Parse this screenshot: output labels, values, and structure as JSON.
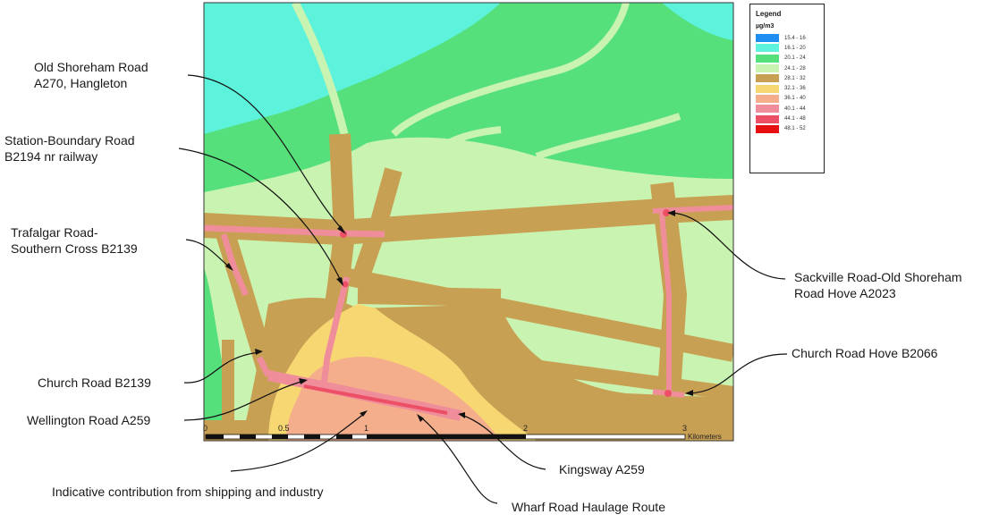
{
  "legend": {
    "title": "Legend",
    "unit": "µg/m3",
    "items": [
      {
        "label": "15.4 - 16",
        "color": "#1e8ef0"
      },
      {
        "label": "16.1 - 20",
        "color": "#5cf2dc"
      },
      {
        "label": "20.1 - 24",
        "color": "#56e07c"
      },
      {
        "label": "24.1 - 28",
        "color": "#c9f3b0"
      },
      {
        "label": "28.1 - 32",
        "color": "#c8a053"
      },
      {
        "label": "32.1 - 36",
        "color": "#f7d772"
      },
      {
        "label": "36.1 - 40",
        "color": "#f5ae8b"
      },
      {
        "label": "40.1 - 44",
        "color": "#ef8d9a"
      },
      {
        "label": "44.1 - 48",
        "color": "#ec4f66"
      },
      {
        "label": "48.1 - 52",
        "color": "#e60f12"
      }
    ]
  },
  "scalebar": {
    "ticks": [
      "0",
      "0.5",
      "1",
      "2",
      "3"
    ],
    "unit": "Kilometers"
  },
  "callouts": {
    "old_shoreham": {
      "line1": "Old Shoreham Road",
      "line2": "A270, Hangleton"
    },
    "station_boundary": {
      "line1": "Station-Boundary Road",
      "line2": "B2194 nr railway"
    },
    "trafalgar": {
      "line1": "Trafalgar Road-",
      "line2": "Southern Cross B2139"
    },
    "church_b2139": {
      "line1": "Church Road B2139"
    },
    "wellington": {
      "line1": "Wellington Road A259"
    },
    "shipping": {
      "line1": "Indicative contribution from shipping and industry"
    },
    "wharf": {
      "line1": "Wharf Road Haulage Route"
    },
    "kingsway": {
      "line1": "Kingsway A259"
    },
    "sackville": {
      "line1": "Sackville Road-Old Shoreham",
      "line2": "Road Hove A2023"
    },
    "church_hove": {
      "line1": "Church Road Hove B2066"
    }
  }
}
